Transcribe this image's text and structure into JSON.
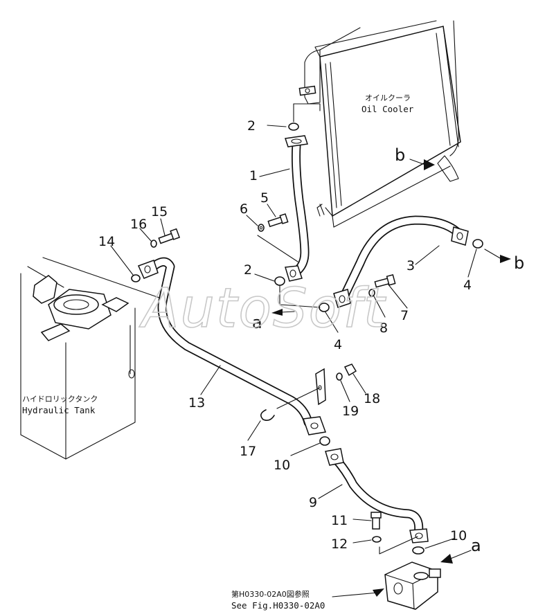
{
  "watermark": "AutoSoft",
  "components": {
    "oil_cooler": {
      "label_jp": "オイルクーラ",
      "label_en": "Oil Cooler"
    },
    "hydraulic_tank": {
      "label_jp": "ハイドロリックタンク",
      "label_en": "Hydraulic Tank"
    },
    "see_fig": {
      "label_jp": "第H0330-02A0図参照",
      "label_en": "See Fig.H0330-02A0"
    }
  },
  "callouts": {
    "c1": "1",
    "c2a": "2",
    "c2b": "2",
    "c3": "3",
    "c4a": "4",
    "c4b": "4",
    "c5": "5",
    "c6": "6",
    "c7": "7",
    "c8": "8",
    "c9": "9",
    "c10a": "10",
    "c10b": "10",
    "c11": "11",
    "c12": "12",
    "c13": "13",
    "c14": "14",
    "c15": "15",
    "c16": "16",
    "c17": "17",
    "c18": "18",
    "c19": "19"
  },
  "refs": {
    "a1": "a",
    "a2": "a",
    "b1": "b",
    "b2": "b"
  }
}
